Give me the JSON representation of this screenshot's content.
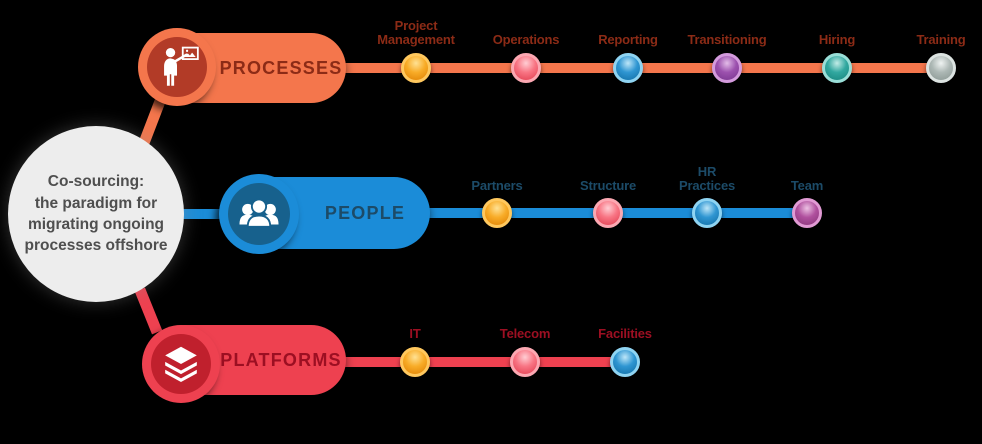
{
  "background_color": "#000000",
  "center_bubble": {
    "lines": [
      "Co-sourcing:",
      "the paradigm for",
      "migrating ongoing",
      "processes offshore"
    ],
    "bg_color": "#EDEDED",
    "text_color": "#4F4F4F"
  },
  "branches": [
    {
      "name": "PROCESSES",
      "icon": "presenter-icon",
      "color": "#F4764C",
      "dark_color": "#B23B27",
      "label_color": "#8C2B16",
      "items": [
        {
          "lines": [
            "Project",
            "Management"
          ],
          "dot_color": "#F8AC28"
        },
        {
          "lines": [
            "Operations"
          ],
          "dot_color": "#F87584"
        },
        {
          "lines": [
            "Reporting"
          ],
          "dot_color": "#2F96D2"
        },
        {
          "lines": [
            "Transitioning"
          ],
          "dot_color": "#9C51AE"
        },
        {
          "lines": [
            "Hiring"
          ],
          "dot_color": "#32A8A0"
        },
        {
          "lines": [
            "Training"
          ],
          "dot_color": "#ADB8B5"
        }
      ]
    },
    {
      "name": "PEOPLE",
      "icon": "people-group-icon",
      "color": "#1B8CD8",
      "dark_color": "#17618D",
      "label_color": "#1C4B68",
      "items": [
        {
          "lines": [
            "Partners"
          ],
          "dot_color": "#F8AC28"
        },
        {
          "lines": [
            "Structure"
          ],
          "dot_color": "#F87584"
        },
        {
          "lines": [
            "HR",
            "Practices"
          ],
          "dot_color": "#2F96D2"
        },
        {
          "lines": [
            "Team"
          ],
          "dot_color": "#B0509E"
        }
      ]
    },
    {
      "name": "PLATFORMS",
      "icon": "layers-icon",
      "color": "#EE4150",
      "dark_color": "#C0202D",
      "label_color": "#9C0F22",
      "items": [
        {
          "lines": [
            "IT"
          ],
          "dot_color": "#F8AC28"
        },
        {
          "lines": [
            "Telecom"
          ],
          "dot_color": "#F87584"
        },
        {
          "lines": [
            "Facilities"
          ],
          "dot_color": "#2F96D2"
        }
      ]
    }
  ]
}
